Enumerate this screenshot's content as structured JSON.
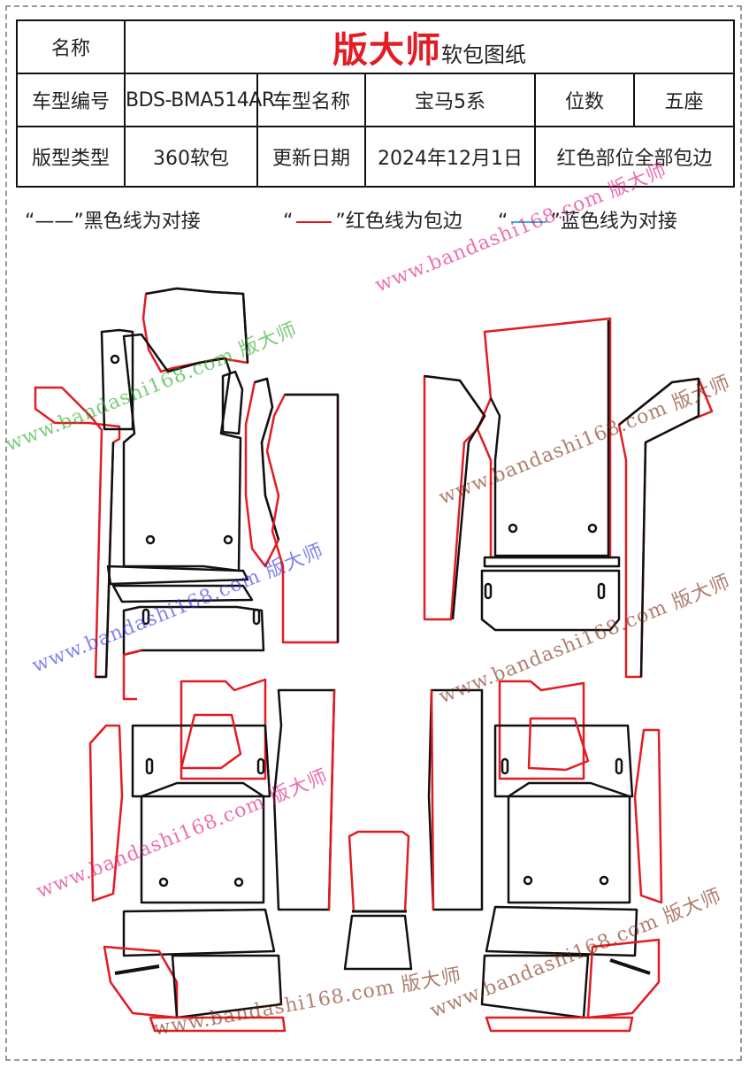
{
  "header": {
    "name_label": "名称",
    "brand": "版大师",
    "doc_type": "软包图纸",
    "model_code_label": "车型编号",
    "model_code": "BDS-BMA514AR",
    "model_name_label": "车型名称",
    "model_name": "宝马5系",
    "seats_label": "位数",
    "seats": "五座",
    "pattern_type_label": "版型类型",
    "pattern_type": "360软包",
    "update_label": "更新日期",
    "update_date": "2024年12月1日",
    "note": "红色部位全部包边"
  },
  "legend": {
    "black": {
      "text": "“——”黑色线为对接",
      "color": "#111111"
    },
    "red": {
      "text": "红色线为包边",
      "open": "“",
      "close": "”",
      "color": "#e31b23"
    },
    "blue": {
      "text": "蓝色线为对接",
      "open": "“",
      "close": "”",
      "color": "#29b6e8"
    }
  },
  "watermark": {
    "text": "www.bandashi168.com 版大师",
    "colors": [
      "#e0107a",
      "#3030e0",
      "#7a2a10",
      "#22aa22"
    ]
  },
  "colors": {
    "edge_black": "#111111",
    "edge_red": "#e31b23"
  }
}
